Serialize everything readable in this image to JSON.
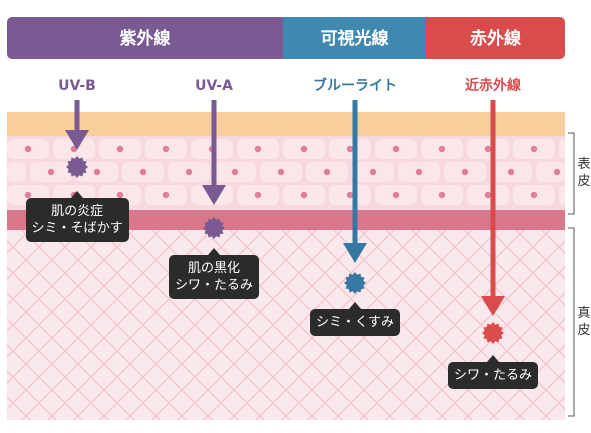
{
  "colors": {
    "uv": "#7a5a92",
    "visible": "#3f89b0",
    "infrared": "#d94c4c",
    "blue_light_ray": "#3579a3",
    "skin_top": "#f8cf9c",
    "epidermis": "#f6d8de",
    "cell": "#fbe6ea",
    "nucleus": "#e07f95",
    "basement": "#d9788b",
    "dermis": "#fae9ec",
    "dermis_lines": "#f3c8d1",
    "callout": "#2b2b2b"
  },
  "header_bands": [
    {
      "label": "紫外線",
      "color": "#7a5a92"
    },
    {
      "label": "可視光線",
      "color": "#3f89b0"
    },
    {
      "label": "赤外線",
      "color": "#d94c4c"
    }
  ],
  "rays": [
    {
      "label": "UV-B",
      "color": "#7a5a92",
      "depth": "epidermis"
    },
    {
      "label": "UV-A",
      "color": "#7a5a92",
      "depth": "upper-dermis"
    },
    {
      "label": "ブルーライト",
      "color": "#3579a3",
      "depth": "mid-dermis"
    },
    {
      "label": "近赤外線",
      "color": "#d94c4c",
      "depth": "deep-dermis"
    }
  ],
  "effects": [
    {
      "lines": [
        "肌の炎症",
        "シミ・そばかす"
      ]
    },
    {
      "lines": [
        "肌の黒化",
        "シワ・たるみ"
      ]
    },
    {
      "lines": [
        "シミ・くすみ"
      ]
    },
    {
      "lines": [
        "シワ・たるみ"
      ]
    }
  ],
  "layers": {
    "epidermis_label": [
      "表",
      "皮"
    ],
    "dermis_label": [
      "真",
      "皮"
    ]
  }
}
